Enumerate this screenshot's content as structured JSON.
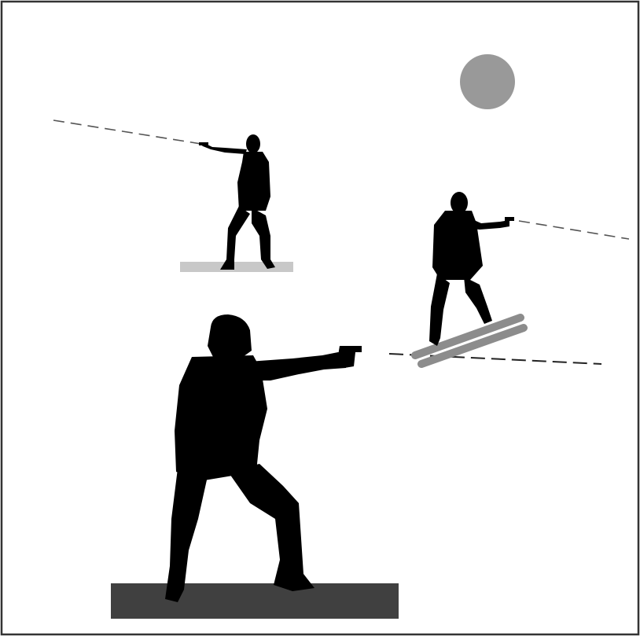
{
  "scene": {
    "description_text": "",
    "colors": {
      "frame": "#333333",
      "background": "#ffffff",
      "silhouette": "#000000",
      "sun": "#999999",
      "front_platform": "#404040",
      "back_platform": "#c8c8c8",
      "tilted_platform": "#8c8c8c",
      "dash_line": "#555555"
    },
    "elements": {
      "sun": "sun-disc",
      "figures": [
        "front-shooter-figure",
        "back-left-shooter-figure",
        "back-right-shooter-figure"
      ],
      "platforms": [
        "front-platform",
        "back-left-platform",
        "tilted-platform"
      ],
      "trajectories": [
        "trajectory-left",
        "trajectory-right-upper",
        "trajectory-right-lower"
      ]
    }
  }
}
